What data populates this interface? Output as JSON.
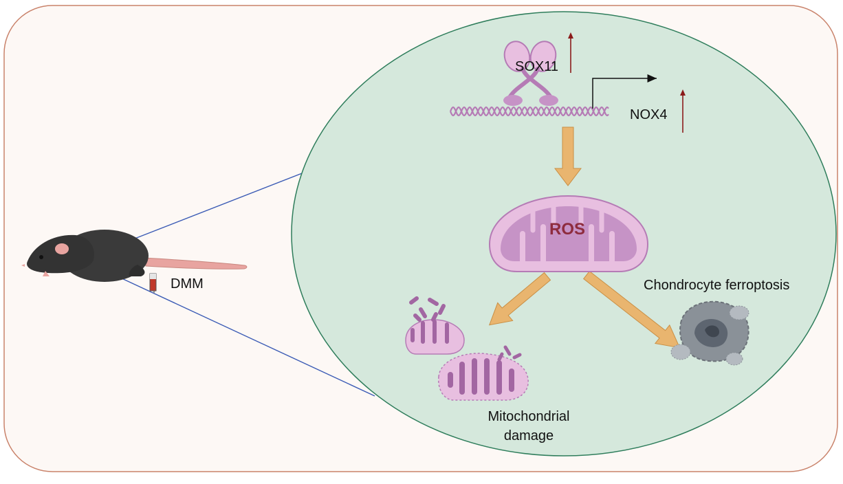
{
  "colors": {
    "panel_fill": "#fdf8f5",
    "panel_border": "#c9826a",
    "cell_fill": "#d5e8dc",
    "cell_border": "#2e7d5b",
    "zoom_lines": "#3b5bb5",
    "flow_arrow": "#e9b56f",
    "flow_arrow_edge": "#c98f45",
    "up_arrow": "#8b1a1a",
    "protein": "#c693c6",
    "protein_dark": "#a266a2",
    "mito_outer": "#e8bfe0",
    "mito_inner": "#b57bb5",
    "ros_text": "#8e2c3e",
    "ferro_cell": "#8a9198",
    "mouse": "#3a3a3a"
  },
  "labels": {
    "transcription_factor": "SOX11",
    "target_gene": "NOX4",
    "center": "ROS",
    "model": "DMM",
    "outcome_right": "Chondrocyte ferroptosis",
    "outcome_left_line1": "Mitochondrial",
    "outcome_left_line2": "damage"
  },
  "icons": {
    "animal": "mouse-icon",
    "protein": "sox11-dimer-icon",
    "dna": "dna-helix-icon",
    "organelle": "mitochondrion-icon",
    "damaged_organelle": "damaged-mitochondria-icon",
    "dying_cell": "ferroptotic-cell-icon"
  }
}
